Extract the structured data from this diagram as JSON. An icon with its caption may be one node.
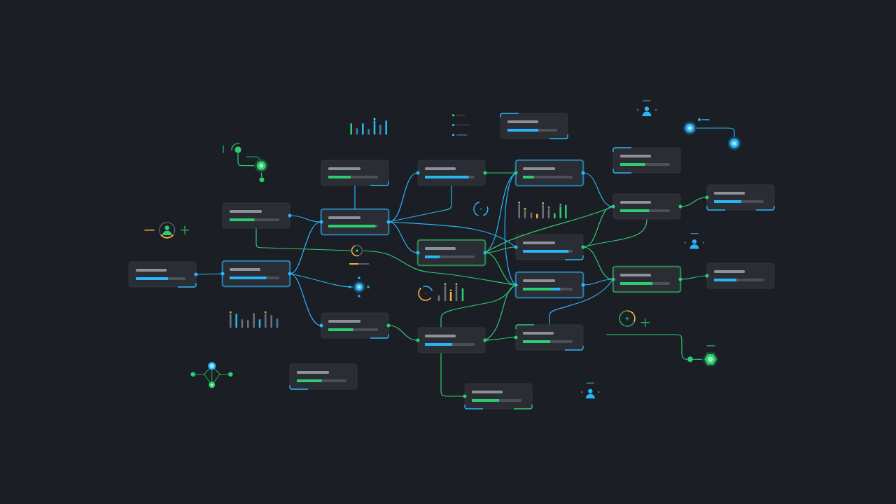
{
  "diagram": {
    "nodes": [
      {
        "text": [],
        "shape": "box"
      },
      {
        "text": [],
        "shape": "box"
      },
      {
        "text": [],
        "shape": "box"
      },
      {
        "text": [],
        "shape": "box"
      },
      {
        "text": [],
        "shape": "box"
      },
      {
        "text": [],
        "shape": "box"
      },
      {
        "text": [],
        "shape": "box"
      },
      {
        "text": [],
        "shape": "box"
      },
      {
        "text": [],
        "shape": "box"
      },
      {
        "text": [],
        "shape": "box"
      },
      {
        "text": [],
        "shape": "box"
      },
      {
        "text": [],
        "shape": "box"
      },
      {
        "text": [],
        "shape": "box"
      },
      {
        "text": [],
        "shape": "box"
      },
      {
        "text": [],
        "shape": "box"
      },
      {
        "text": [],
        "shape": "box"
      },
      {
        "text": [],
        "shape": "box"
      },
      {
        "text": [],
        "shape": "box"
      },
      {
        "text": [],
        "shape": "box"
      },
      {
        "text": [],
        "shape": "box"
      },
      {
        "text": [],
        "shape": "box"
      },
      {
        "text": [],
        "shape": "circle"
      },
      {
        "text": [],
        "shape": "circle"
      },
      {
        "text": [],
        "shape": "circle"
      },
      {
        "text": [],
        "shape": "circle"
      },
      {
        "text": [],
        "shape": "circle"
      },
      {
        "text": [],
        "shape": "circle"
      },
      {
        "text": [],
        "shape": "circle"
      },
      {
        "text": [],
        "shape": "hexagon"
      },
      {
        "text": [],
        "shape": "circle"
      }
    ],
    "edges": [
      {
        "from": 0,
        "to": 2,
        "arrow": "none",
        "color": "#29b6f6"
      },
      {
        "from": 1,
        "to": 4,
        "arrow": "none",
        "color": "#29b6f6"
      },
      {
        "from": 2,
        "to": 4,
        "arrow": "none",
        "color": "#29b6f6"
      },
      {
        "from": 2,
        "to": 5,
        "arrow": "none",
        "color": "#29b6f6"
      },
      {
        "from": 2,
        "to": 21,
        "arrow": "none",
        "color": "#29b6f6"
      },
      {
        "from": 3,
        "to": 4,
        "arrow": "none",
        "color": "#29b6f6"
      },
      {
        "from": 4,
        "to": 7,
        "arrow": "none",
        "color": "#29b6f6"
      },
      {
        "from": 4,
        "to": 7,
        "arrow": "none",
        "color": "#29b6f6"
      },
      {
        "from": 4,
        "to": 8,
        "arrow": "none",
        "color": "#29b6f6"
      },
      {
        "from": 4,
        "to": 13,
        "arrow": "none",
        "color": "#29b6f6"
      },
      {
        "from": 1,
        "to": 29,
        "arrow": "none"
      },
      {
        "from": 7,
        "to": 12,
        "arrow": "none"
      },
      {
        "from": 8,
        "to": 12,
        "arrow": "none",
        "color": "#29b6f6"
      },
      {
        "from": 12,
        "to": 14,
        "arrow": "none",
        "color": "#29b6f6"
      },
      {
        "from": 8,
        "to": 13,
        "arrow": "none"
      },
      {
        "from": 8,
        "to": 14,
        "arrow": "none"
      },
      {
        "from": 8,
        "to": 17,
        "arrow": "none"
      },
      {
        "from": 12,
        "to": 17,
        "arrow": "none",
        "color": "#29b6f6"
      },
      {
        "from": 13,
        "to": 17,
        "arrow": "none"
      },
      {
        "from": 13,
        "to": 17,
        "arrow": "none"
      },
      {
        "from": 13,
        "to": 18,
        "arrow": "none"
      },
      {
        "from": 17,
        "to": 19,
        "arrow": "none"
      },
      {
        "from": 18,
        "to": 20,
        "arrow": "none"
      },
      {
        "from": 14,
        "to": 18,
        "arrow": "none",
        "color": "#29b6f6"
      },
      {
        "from": 15,
        "to": 18,
        "arrow": "none",
        "color": "#29b6f6"
      },
      {
        "from": 5,
        "to": 9,
        "arrow": "none"
      },
      {
        "from": 9,
        "to": 15,
        "arrow": "none"
      },
      {
        "from": 9,
        "to": 14,
        "arrow": "none"
      },
      {
        "from": 9,
        "to": 14,
        "arrow": "none"
      },
      {
        "from": 9,
        "to": 10,
        "arrow": "none"
      },
      {
        "from": 22,
        "to": 23,
        "arrow": "none"
      },
      {
        "from": 23,
        "to": 24,
        "arrow": "none"
      },
      {
        "from": 25,
        "to": 26,
        "arrow": "none",
        "color": "#29b6f6"
      },
      {
        "from": null,
        "to": 27,
        "arrow": "none"
      },
      {
        "from": 27,
        "to": 28,
        "arrow": "none"
      },
      {
        "from": 29,
        "to": 14,
        "arrow": "none"
      }
    ]
  }
}
